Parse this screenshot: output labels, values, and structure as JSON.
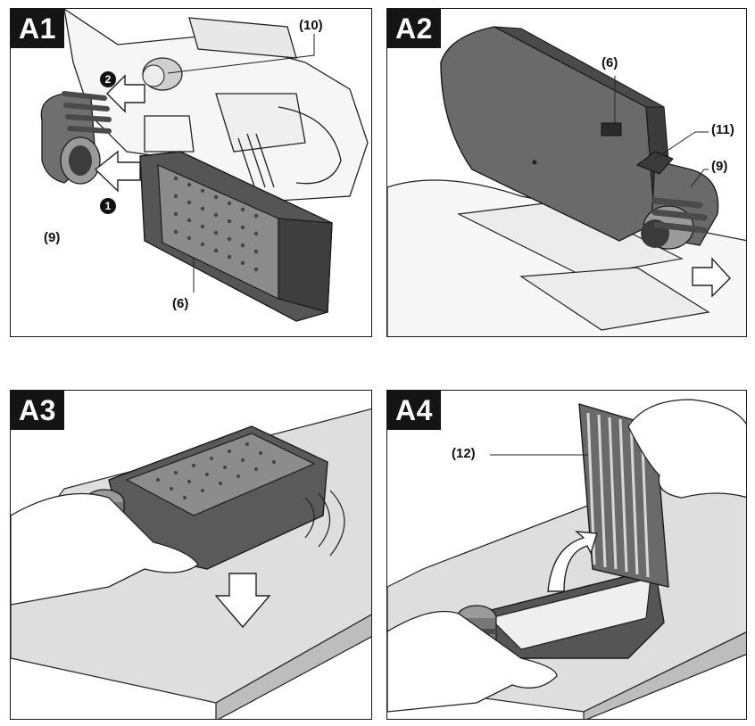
{
  "colors": {
    "frame": "#1a1a1a",
    "tag_bg": "#141414",
    "tag_text": "#ffffff",
    "body_dark": "#5c5c5c",
    "body_light": "#8a8a8a",
    "table": "#dcdcdc"
  },
  "panels": [
    {
      "tag": "A1",
      "labels": [
        "(10)",
        "(9)",
        "(6)"
      ],
      "steps": [
        "2",
        "1"
      ]
    },
    {
      "tag": "A2",
      "labels": [
        "(6)",
        "(11)",
        "(9)"
      ]
    },
    {
      "tag": "A3",
      "labels": []
    },
    {
      "tag": "A4",
      "labels": [
        "(12)"
      ]
    }
  ]
}
